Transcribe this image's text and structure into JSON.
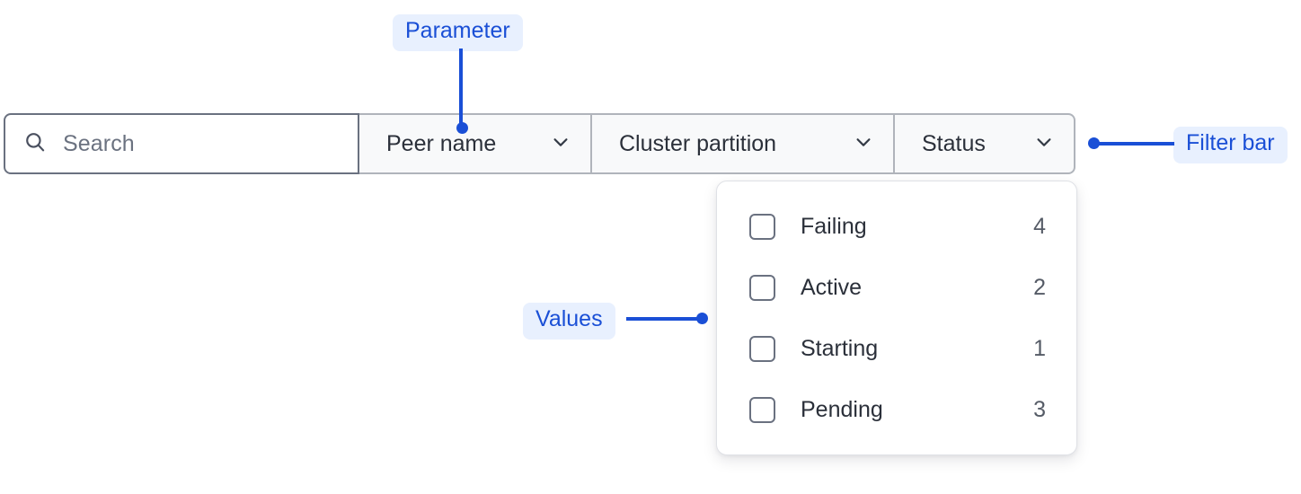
{
  "filter_bar": {
    "search": {
      "icon": "search-icon",
      "placeholder": "Search",
      "value": ""
    },
    "dropdowns": [
      {
        "label": "Peer name",
        "icon": "chevron-down-icon",
        "expanded": false
      },
      {
        "label": "Cluster partition",
        "icon": "chevron-down-icon",
        "expanded": false
      },
      {
        "label": "Status",
        "icon": "chevron-down-icon",
        "expanded": true
      }
    ]
  },
  "values_panel": {
    "options": [
      {
        "label": "Failing",
        "count": "4",
        "checked": false
      },
      {
        "label": "Active",
        "count": "2",
        "checked": false
      },
      {
        "label": "Starting",
        "count": "1",
        "checked": false
      },
      {
        "label": "Pending",
        "count": "3",
        "checked": false
      }
    ]
  },
  "annotations": {
    "parameter": "Parameter",
    "filter_bar": "Filter bar",
    "values": "Values"
  },
  "colors": {
    "annotation_text": "#1a4fd6",
    "annotation_background": "#e8f0fe",
    "search_border": "#6a7180",
    "cell_background": "#f8f9fa",
    "cell_border": "#b0b4bb",
    "text_primary": "#2b303a",
    "text_muted": "#6b7280",
    "panel_border": "#dfe1e6",
    "page_background": "#ffffff"
  }
}
